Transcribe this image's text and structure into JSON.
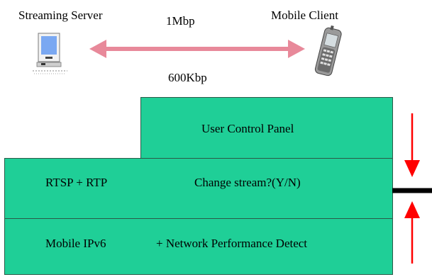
{
  "top": {
    "server_label": "Streaming Server",
    "client_label": "Mobile Client",
    "bandwidth_high": "1Mbp",
    "bandwidth_low": "600Kbp"
  },
  "stack": {
    "user_panel": "User Control Panel",
    "rtsp_rtp": "RTSP +  RTP",
    "change_stream": "Change stream?(Y/N)",
    "mobile_ipv6": "Mobile IPv6",
    "network_detect": "+  Network Performance Detect"
  },
  "colors": {
    "layer_fill": "#1fcf97",
    "arrow_pink": "#e8899a",
    "arrow_red": "#ff0000"
  },
  "icons": [
    "computer-icon",
    "mobile-phone-icon",
    "bidirectional-arrow-icon",
    "threshold-arrows-icon"
  ]
}
